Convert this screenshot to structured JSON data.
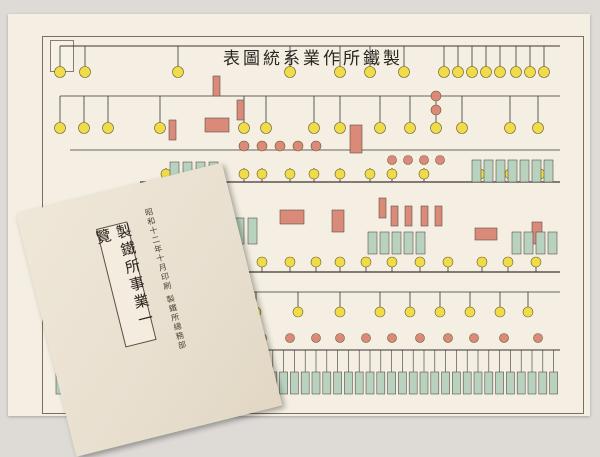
{
  "poster": {
    "title": "表圖統系業作所鐵製"
  },
  "booklet": {
    "title": "製鐵所事業一覽",
    "subtitle": "昭和十二年十月印刷 製鐵所總務部"
  },
  "colors": {
    "node_yellow": "#f0dc48",
    "node_red": "#d98a78",
    "node_green": "#b9d2c0",
    "line": "#3c3631",
    "paper": "#f4efe2",
    "booklet": "#ece3d3",
    "background": "#dedbd7"
  }
}
